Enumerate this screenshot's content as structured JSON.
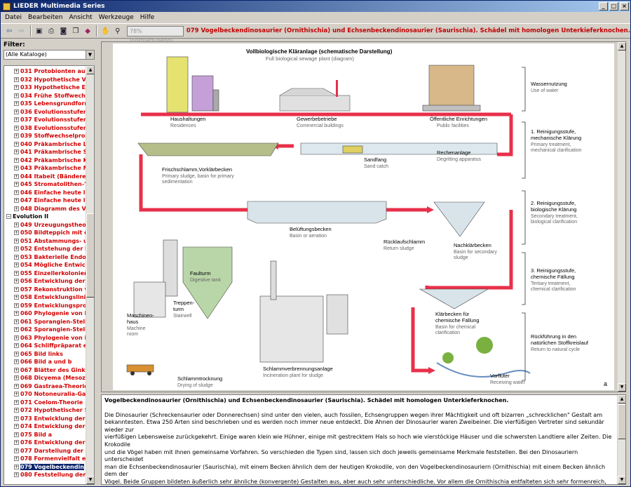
{
  "window": {
    "title": "LIEDER Multimedia Series"
  },
  "menu": [
    "Datei",
    "Bearbeiten",
    "Ansicht",
    "Werkzeuge",
    "Hilfe"
  ],
  "toolbar": {
    "zoom": "78% (Formatfüllend)",
    "title": "079 Vogelbeckendinosaurier (Ornithischia) und Echsenbeckendinosaurier (Saurischia). Schädel mit homologen Unterkieferknochen."
  },
  "sidebar": {
    "filter_label": "Filter:",
    "filter_value": "(Alle Kataloge)",
    "items": [
      {
        "label": "031 Protobionten aus",
        "type": "item"
      },
      {
        "label": "032 Hypothetische V",
        "type": "item"
      },
      {
        "label": "033 Hypothetische E",
        "type": "item"
      },
      {
        "label": "034 Frühe Stoffwech",
        "type": "item"
      },
      {
        "label": "035 Lebensgrundform",
        "type": "item"
      },
      {
        "label": "036 Evolutionsstufen",
        "type": "item"
      },
      {
        "label": "037 Evolutionsstufen",
        "type": "item"
      },
      {
        "label": "038 Evolutionsstufen",
        "type": "item"
      },
      {
        "label": "039 Stoffwechselproz",
        "type": "item"
      },
      {
        "label": "040 Präkambrische L",
        "type": "item"
      },
      {
        "label": "041 Präkambrische S",
        "type": "item"
      },
      {
        "label": "042 Präkambrische K",
        "type": "item"
      },
      {
        "label": "043 Präkambrische M",
        "type": "item"
      },
      {
        "label": "044 Itabeit (Bänderei",
        "type": "item"
      },
      {
        "label": "045 Stromatolithen-\"A",
        "type": "item"
      },
      {
        "label": "046 Einfache heute l",
        "type": "item"
      },
      {
        "label": "047 Einfache heute l",
        "type": "item"
      },
      {
        "label": "048 Diagramm des V",
        "type": "item"
      },
      {
        "label": "Evolution II",
        "type": "group"
      },
      {
        "label": "049 Urzeugungstheo",
        "type": "item"
      },
      {
        "label": "050 Bildteppich mit e",
        "type": "item"
      },
      {
        "label": "051 Abstammungs- u",
        "type": "item"
      },
      {
        "label": "052 Entstehung der E",
        "type": "item"
      },
      {
        "label": "053 Bakterielle Endo",
        "type": "item"
      },
      {
        "label": "054 Mögliche Entwic",
        "type": "item"
      },
      {
        "label": "055 Einzellerkolonier",
        "type": "item"
      },
      {
        "label": "056 Entwicklung der",
        "type": "item"
      },
      {
        "label": "057 Rekonstruktion v",
        "type": "item"
      },
      {
        "label": "058 Entwicklungslinie",
        "type": "item"
      },
      {
        "label": "059 Entwicklungspro",
        "type": "item"
      },
      {
        "label": "060 Phylogenie von E",
        "type": "item"
      },
      {
        "label": "061 Sporangien-Stell",
        "type": "item"
      },
      {
        "label": "062 Sporangien-Stell",
        "type": "item"
      },
      {
        "label": "063 Phylogenie von E",
        "type": "item"
      },
      {
        "label": "064 Schliffpräparat e",
        "type": "item"
      },
      {
        "label": "065 Bild links",
        "type": "item"
      },
      {
        "label": "066 Bild a und b",
        "type": "item"
      },
      {
        "label": "067 Blätter des Ginkg",
        "type": "item"
      },
      {
        "label": "068 Dicyema (Mesoz",
        "type": "item"
      },
      {
        "label": "069 Gastraea-Theorie",
        "type": "item"
      },
      {
        "label": "070 Notoneuralia-Ga",
        "type": "item"
      },
      {
        "label": "071 Coelom-Theorie",
        "type": "item"
      },
      {
        "label": "072 Hypothetischer S",
        "type": "item"
      },
      {
        "label": "073 Entwicklung der",
        "type": "item"
      },
      {
        "label": "074 Entwicklung der",
        "type": "item"
      },
      {
        "label": "075 Bild a",
        "type": "item"
      },
      {
        "label": "076 Entwicklung der",
        "type": "item"
      },
      {
        "label": "077 Darstellung der A",
        "type": "item"
      },
      {
        "label": "078 Formenvielfalt ei",
        "type": "item"
      },
      {
        "label": "079 Vogelbeckendin",
        "type": "selected"
      },
      {
        "label": "080 Feststellung der",
        "type": "item"
      }
    ]
  },
  "diagram": {
    "title_de": "Vollbiologische Kläranlage (schematische Darstellung)",
    "title_en": "Full biological sewage plant (diagram)",
    "panel_letter": "a",
    "labels": {
      "haushalte_de": "Haushaltungen",
      "haushalte_en": "Residences",
      "gewerbe_de": "Gewerbebetriebe",
      "gewerbe_en": "Commercial buildings",
      "oeff_de": "Öffentliche Enrichtungen",
      "oeff_en": "Public facilities",
      "frisch_de": "Frischschlamm,Vorklärbecken",
      "frisch_en1": "Primary sludge, basin for primary",
      "frisch_en2": "sedimentation",
      "sand_de": "Sandfang",
      "sand_en": "Sand catch",
      "rechen_de": "Rechenanlage",
      "rechen_en": "Degritting apparatus",
      "belueft_de": "Belüftungsbecken",
      "belueft_en": "Basin or aeration",
      "rueck_de": "Rücklaufschlamm",
      "rueck_en": "Return sludge",
      "nach_de": "Nachklärbecken",
      "nach_en1": "Basin for secondary",
      "nach_en2": "sludge",
      "faul_de": "Faulturm",
      "faul_en": "Digestive tank",
      "masch_de1": "Maschinen-",
      "masch_de2": "haus",
      "masch_en1": "Machine",
      "masch_en2": "room",
      "trepp_de1": "Treppen-",
      "trepp_de2": "turm",
      "trepp_en": "Stairwell",
      "klaer_de1": "Klärbecken für",
      "klaer_de2": "chemische Fällung",
      "klaer_en1": "Basin for chemical",
      "klaer_en2": "clarification",
      "verbr_de": "Schlammverbrennungsanlage",
      "verbr_en": "Incineration plant for sludge",
      "trock_de": "Schlammtrocknung",
      "trock_en": "Drying of sludge",
      "vorfl_de": "Vorfluter",
      "vorfl_en": "Receiving water"
    },
    "stages": [
      {
        "de1": "Wassernutzung",
        "de2": "",
        "en1": "Use of water",
        "en2": ""
      },
      {
        "de1": "1. Reinigungsstufe,",
        "de2": "mechanische Klärung",
        "en1": "Primary treatment,",
        "en2": "mechanical clarification"
      },
      {
        "de1": "2. Reinigungsstufe,",
        "de2": "biologische Klärung",
        "en1": "Secondary treatment,",
        "en2": "biological clarification"
      },
      {
        "de1": "3. Reinigungsstufe,",
        "de2": "chemische Fällung",
        "en1": "Tertiary treatment,",
        "en2": "chemical clarification"
      },
      {
        "de1": "Rückführung in den",
        "de2": "natürlichen Stoffkreislauf",
        "en1": "Return to natural cycle",
        "en2": ""
      }
    ]
  },
  "text": {
    "heading": "Vogelbeckendinosaurier (Ornithischia) und Echsenbeckendinosaurier (Saurischia). Schädel mit homologen Unterkieferknochen.",
    "lines": [
      "Die Dinosaurier (Schreckensaurier oder Donnerechsen) sind unter den vielen, auch fossilen, Echsengruppen wegen ihrer Mächtigkeit und oft bizarren „schrecklichen\" Gestalt am",
      "bekanntesten. Etwa 250 Arten sind beschrieben und es werden noch immer neue entdeckt. Die Ahnen der Dinosaurier waren Zweibeiner. Die vierfüßigen Vertreter sind sekundär wieder zur",
      "vierfüßigen Lebensweise zurückgekehrt. Einige waren klein wie Hühner, einige mit gestrecktem Hals so hoch wie vierstöckige Häuser und die schwersten Landtiere aller Zeiten. Die Krokodile",
      "und die Vögel haben mit ihnen gemeinsame Vorfahren. So verschieden die Typen sind, lassen sich doch jeweils gemeinsame Merkmale feststellen. Bei den Dinosauriern unterscheidet",
      "man die Echsenbeckendinosaurier (Saurischia), mit einem Becken ähnlich dem der heutigen Krokodile, von den Vogelbeckendinosauriern (Ornithischia) mit einem Becken ähnlich dem der",
      "Vögel. Beide Gruppen bildeten äußerlich sehr ähnliche (konvergente) Gestalten aus, aber auch sehr unterschiedliche. Vor allem die Ornithischia entfalteten sich sehr formenreich, so daß die",
      "Tiere keinerlei äußerliche Ähnlichkeiten mehr untereinander hatten."
    ]
  }
}
